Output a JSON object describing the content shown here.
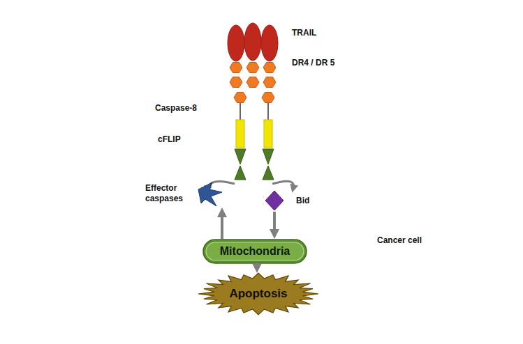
{
  "diagram": {
    "nodes": [
      {
        "text": [
          "Cancer cell"
        ]
      },
      {
        "text": [
          "Effector caspases"
        ],
        "in": 0
      },
      {
        "text": [
          "Bid"
        ],
        "in": 0
      },
      {
        "text": [
          "Mitochondria"
        ],
        "in": 0
      },
      {
        "text": [
          "Apoptosis"
        ],
        "in": 0
      }
    ],
    "edges": [
      {
        "from": 3,
        "to": 1,
        "arrow": "to"
      },
      {
        "from": 2,
        "to": 3,
        "arrow": "to"
      },
      {
        "from": 3,
        "to": 4,
        "arrow": "to"
      }
    ],
    "labels": [
      "TRAIL",
      "DR4 / DR 5",
      "Caspase-8",
      "cFLIP"
    ]
  }
}
